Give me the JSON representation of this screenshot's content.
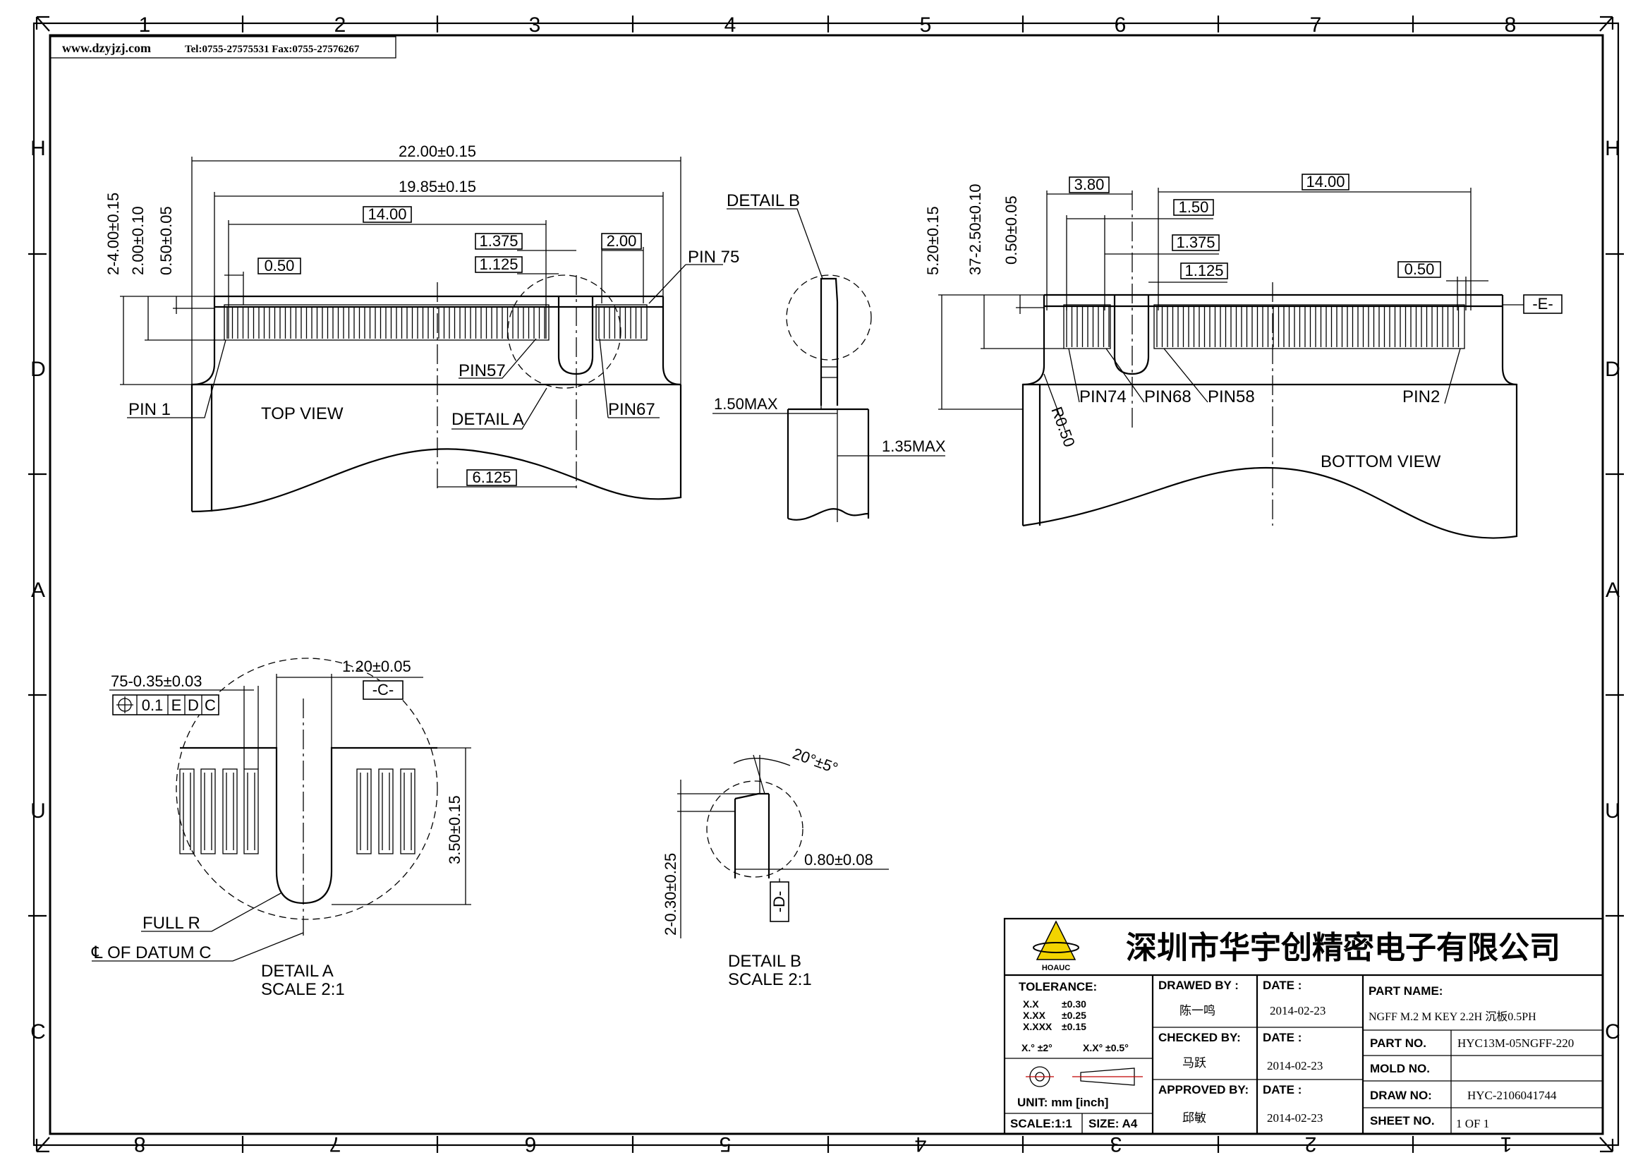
{
  "header": {
    "website": "www.dzyjzj.com",
    "contact": "Tel:0755-27575531  Fax:0755-27576267"
  },
  "grid": {
    "columns": [
      "1",
      "2",
      "3",
      "4",
      "5",
      "6",
      "7",
      "8"
    ],
    "rows": [
      "H",
      "D",
      "A",
      "U",
      "C"
    ]
  },
  "top_view": {
    "title": "TOP  VIEW",
    "dims": {
      "overall": "22.00±0.15",
      "pitch_span": "19.85±0.15",
      "fourteen": "14.00",
      "d1375": "1.375",
      "d1125": "1.125",
      "d200": "2.00",
      "d050": "0.50",
      "d6125": "6.125",
      "v400": "2-4.00±0.15",
      "v200": "2.00±0.10",
      "v050": "0.50±0.05"
    },
    "labels": {
      "pin1": "PIN  1",
      "pin75": "PIN  75",
      "pin57": "PIN57",
      "pin67": "PIN67",
      "detail_a": "DETAIL  A"
    }
  },
  "detail_b_side": {
    "title": "DETAIL  B",
    "max150": "1.50MAX",
    "max135": "1.35MAX"
  },
  "bottom_view": {
    "title": "BOTTOM  VIEW",
    "dims": {
      "v520": "5.20±0.15",
      "v250": "37-2.50±0.10",
      "v050": "0.50±0.05",
      "d380": "3.80",
      "d1400": "14.00",
      "d150": "1.50",
      "d1375": "1.375",
      "d1125": "1.125",
      "d050": "0.50",
      "r050": "R0.50",
      "datum_e": "-E-"
    },
    "labels": {
      "pin74": "PIN74",
      "pin68": "PIN68",
      "pin58": "PIN58",
      "pin2": "PIN2"
    }
  },
  "detail_a": {
    "pitch": "75-0.35±0.03",
    "tolerance_frame": [
      "⌖",
      "0.1",
      "E",
      "D",
      "C"
    ],
    "width": "1.20±0.05",
    "datum_c": "-C-",
    "height": "3.50±0.15",
    "full_r": "FULL  R",
    "datum_note": "℄  OF  DATUM  C",
    "title": "DETAIL  A",
    "scale": "SCALE  2:1"
  },
  "detail_b": {
    "angle": "20°±5°",
    "thickness": "0.80±0.08",
    "height": "2-0.30±0.25",
    "datum_d": "-D-",
    "title": "DETAIL  B",
    "scale": "SCALE  2:1"
  },
  "title_block": {
    "company": "深圳市华宇创精密电子有限公司",
    "logo_text": "HOAUC",
    "tolerance_label": "TOLERANCE:",
    "tolerances": [
      {
        "k": "X.X",
        "v": "±0.30"
      },
      {
        "k": "X.XX",
        "v": "±0.25"
      },
      {
        "k": "X.XXX",
        "v": "±0.15"
      }
    ],
    "angle_tol_1": "X.° ±2°",
    "angle_tol_2": "X.X° ±0.5°",
    "unit": "UNIT:  mm  [inch]",
    "scale": "SCALE:1:1",
    "size": "SIZE: A4",
    "drawed_by_label": "DRAWED BY :",
    "drawed_by": "陈一鸣",
    "checked_by_label": "CHECKED BY:",
    "checked_by": "马跃",
    "approved_by_label": "APPROVED BY:",
    "approved_by": "邱敏",
    "date_label": "DATE :",
    "date1": "2014-02-23",
    "date2": "2014-02-23",
    "date3": "2014-02-23",
    "part_name_label": "PART NAME:",
    "part_name": "NGFF M.2 M KEY 2.2H 沉板0.5PH",
    "part_no_label": "PART NO.",
    "part_no": "HYC13M-05NGFF-220",
    "mold_no_label": "MOLD NO.",
    "mold_no": "",
    "draw_no_label": "DRAW NO:",
    "draw_no": "HYC-2106041744",
    "sheet_no_label": "SHEET NO.",
    "sheet_no": "1 OF 1"
  }
}
